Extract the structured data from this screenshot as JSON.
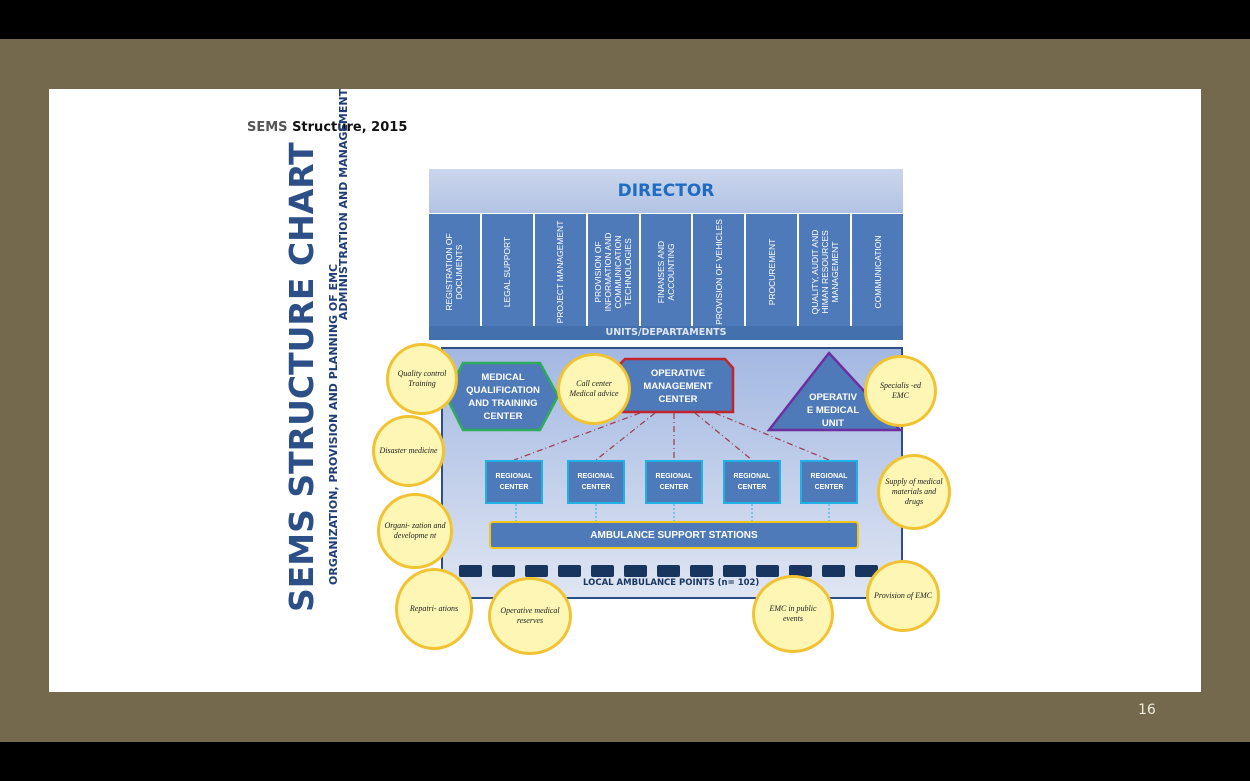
{
  "slide": {
    "title_prefix": "SEMS",
    "title_rest": " Structure, 2015",
    "page_number": "16"
  },
  "chart": {
    "main_title": "SEMS STRUCTURE CHART",
    "section_admin": "ADMINISTRATION AND MANAGEMENT",
    "section_org": "ORGANIZATION, PROVISION AND PLANNING OF EMC",
    "director": "DIRECTOR",
    "departments": [
      "REGISTRATION OF DOCUMENTS",
      "LEGAL SUPPORT",
      "PROJECT MANAGEMENT",
      "PROVISION OF INFORMATION AND COMMUNICATION TECHNOLOGIES",
      "FINANSES AND ACCOUNTING",
      "PROVISION OF VEHICLES",
      "PROCUREMENT",
      "QUALITY, AUDIT AND HIMAN RESOURCES MANAGEMENT",
      "COMMUNICATION"
    ],
    "units_label": "UNITS/DEPARTAMENTS",
    "medical_training_center": "MEDICAL QUALIFICATION AND TRAINING CENTER",
    "operative_management_center": "OPERATIVE MANAGEMENT CENTER",
    "operative_medical_unit": "OPERATIV E MEDICAL UNIT",
    "regional_centers": [
      "REGIONAL CENTER",
      "REGIONAL CENTER",
      "REGIONAL CENTER",
      "REGIONAL CENTER",
      "REGIONAL CENTER"
    ],
    "ambulance_support": "AMBULANCE SUPPORT STATIONS",
    "local_points_label": "LOCAL AMBULANCE POINTS (n= 102)",
    "local_points_markers": 13,
    "functions": {
      "quality": "Quality control Training",
      "call_center": "Call center Medical advice",
      "specialised": "Specialis -ed EMC",
      "disaster": "Disaster medicine",
      "organization": "Organi- zation and developme nt",
      "supply": "Supply of medical materials and drugs",
      "repatriations": "Repatri- ations",
      "reserves": "Operative medical reserves",
      "public_events": "EMC in public events",
      "provision": "Provision of EMC"
    },
    "colors": {
      "frame": "#74684d",
      "box_blue": "#4f7ab9",
      "title_blue": "#2b4f86",
      "circle_fill": "#fdf6b4",
      "circle_border": "#f1c232",
      "training_border": "#2eaa5c",
      "omc_border": "#c0242c",
      "unit_border": "#6b2fa0"
    }
  }
}
